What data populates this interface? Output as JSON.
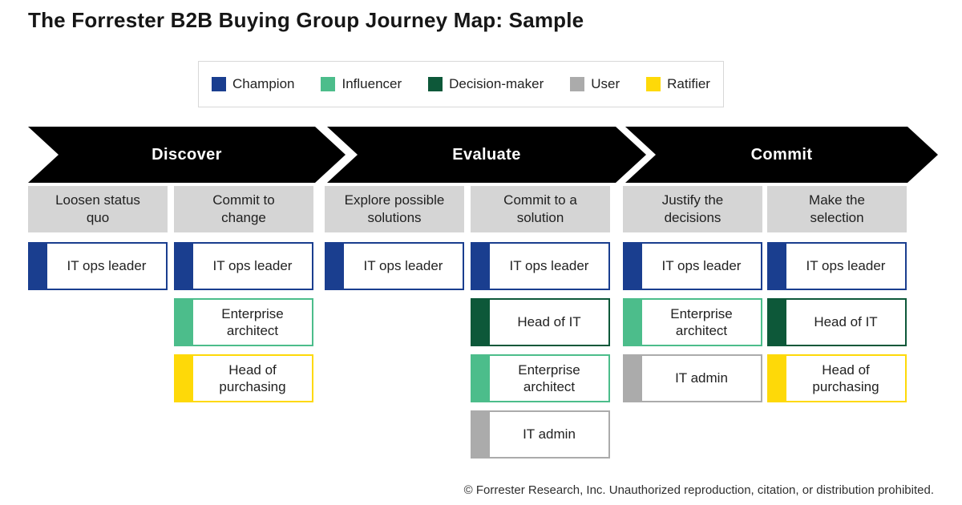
{
  "title": "The Forrester B2B Buying Group Journey Map: Sample",
  "footer": "© Forrester Research, Inc. Unauthorized reproduction, citation, or distribution prohibited.",
  "colors": {
    "champion": "#1a3e8f",
    "influencer": "#4cbd8b",
    "decision-maker": "#0d5839",
    "user": "#ababab",
    "ratifier": "#fed908",
    "phase_arrow": "#000000",
    "stage_header_bg": "#d5d5d5"
  },
  "legend": [
    {
      "label": "Champion",
      "role": "champion"
    },
    {
      "label": "Influencer",
      "role": "influencer"
    },
    {
      "label": "Decision-maker",
      "role": "decision-maker"
    },
    {
      "label": "User",
      "role": "user"
    },
    {
      "label": "Ratifier",
      "role": "ratifier"
    }
  ],
  "phases": [
    {
      "label": "Discover"
    },
    {
      "label": "Evaluate"
    },
    {
      "label": "Commit"
    }
  ],
  "stages": [
    {
      "phase": "Discover",
      "lines": [
        "Loosen status",
        "quo"
      ],
      "personas": [
        {
          "label": "IT ops leader",
          "role": "champion"
        }
      ]
    },
    {
      "phase": "Discover",
      "lines": [
        "Commit to",
        "change"
      ],
      "personas": [
        {
          "label": "IT ops leader",
          "role": "champion"
        },
        {
          "label": "Enterprise architect",
          "role": "influencer"
        },
        {
          "label": "Head of purchasing",
          "role": "ratifier"
        }
      ]
    },
    {
      "phase": "Evaluate",
      "lines": [
        "Explore possible",
        "solutions"
      ],
      "personas": [
        {
          "label": "IT ops leader",
          "role": "champion"
        }
      ]
    },
    {
      "phase": "Evaluate",
      "lines": [
        "Commit to a",
        "solution"
      ],
      "personas": [
        {
          "label": "IT ops leader",
          "role": "champion"
        },
        {
          "label": "Head of IT",
          "role": "decision-maker"
        },
        {
          "label": "Enterprise architect",
          "role": "influencer"
        },
        {
          "label": "IT admin",
          "role": "user"
        }
      ]
    },
    {
      "phase": "Commit",
      "lines": [
        "Justify the",
        "decisions"
      ],
      "personas": [
        {
          "label": "IT ops leader",
          "role": "champion"
        },
        {
          "label": "Enterprise architect",
          "role": "influencer"
        },
        {
          "label": "IT admin",
          "role": "user"
        }
      ]
    },
    {
      "phase": "Commit",
      "lines": [
        "Make the",
        "selection"
      ],
      "personas": [
        {
          "label": "IT ops leader",
          "role": "champion"
        },
        {
          "label": "Head of IT",
          "role": "decision-maker"
        },
        {
          "label": "Head of purchasing",
          "role": "ratifier"
        }
      ]
    }
  ]
}
